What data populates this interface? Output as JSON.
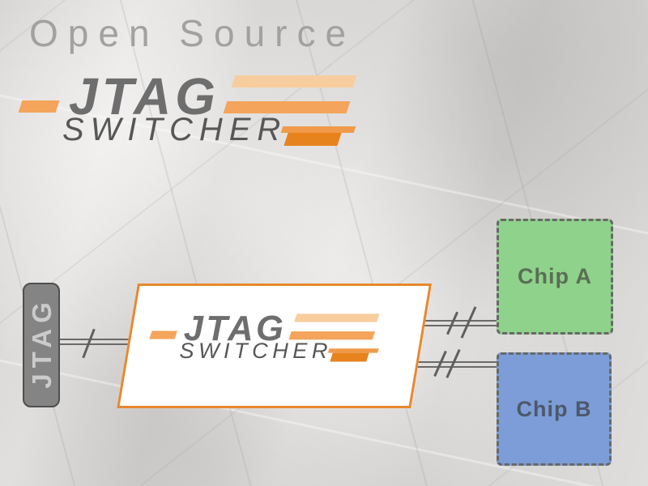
{
  "watermark": "Open Source",
  "logo": {
    "title": "JTAG",
    "subtitle": "SWITCHER",
    "colors": {
      "title": "#6e6e6e",
      "subtitle": "#575757",
      "bar_light": "#f8cd9d",
      "bar_medium": "#f4a45b",
      "bar_medium2": "#f09a4a",
      "bar_dark": "#e7831d"
    }
  },
  "diagram": {
    "connector_label": "JTAG",
    "box_border_color": "#e8882d",
    "chips": [
      {
        "label": "Chip A",
        "fill": "#8fd28b",
        "label_color": "#5a6e55"
      },
      {
        "label": "Chip B",
        "fill": "#7c9dd7",
        "label_color": "#4d586b"
      }
    ]
  }
}
